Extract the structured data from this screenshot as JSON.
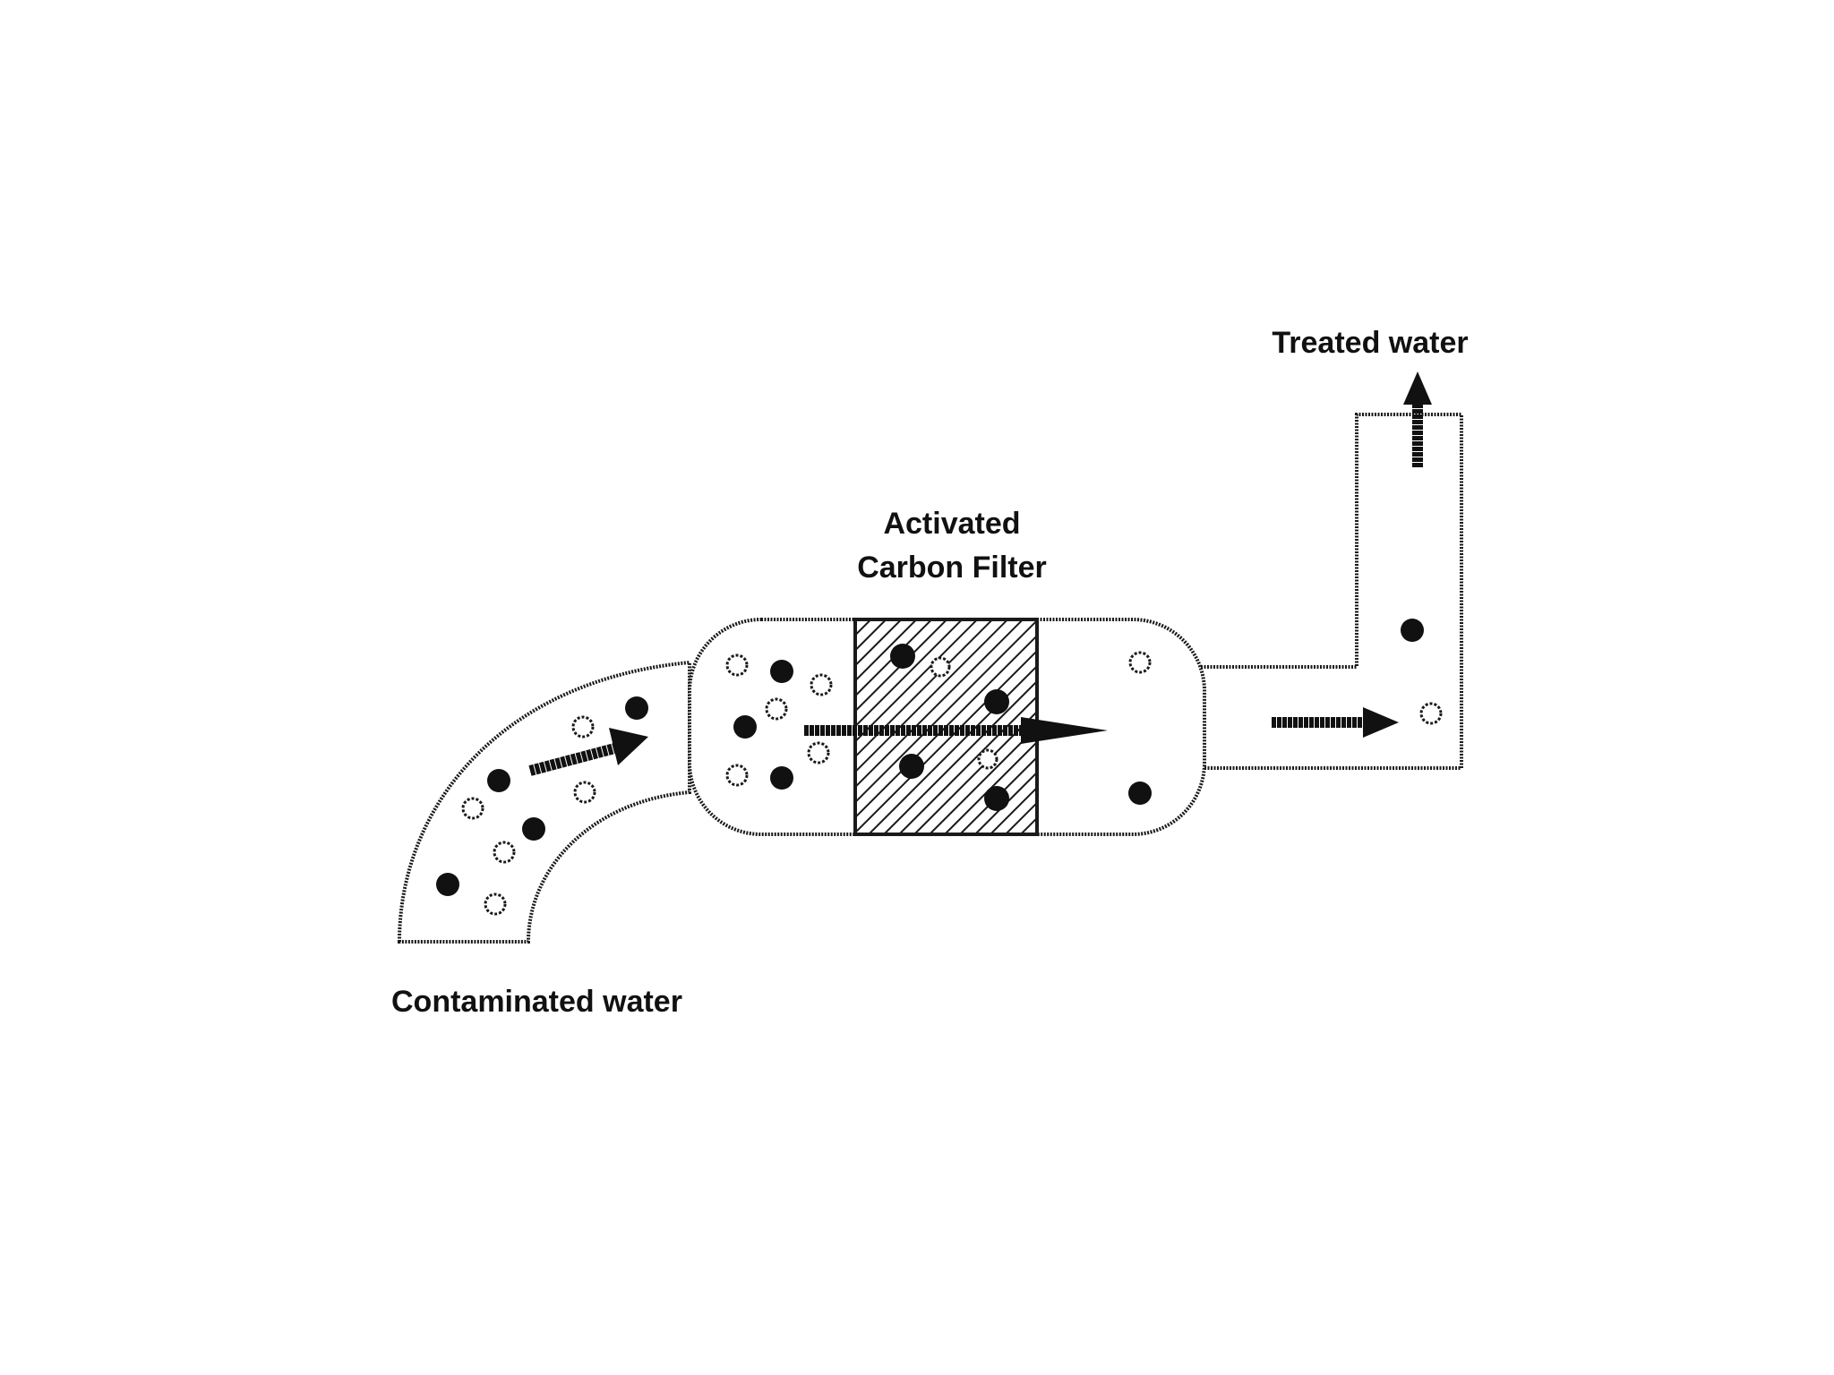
{
  "labels": {
    "treated": "Treated water",
    "filter_line1": "Activated",
    "filter_line2": "Carbon Filter",
    "contaminated": "Contaminated water"
  },
  "colors": {
    "ink": "#111111",
    "background": "#ffffff"
  },
  "legend_note": "",
  "particles": {
    "filled_icon": "contaminant-particle-icon",
    "hollow_icon": "clean-particle-icon"
  }
}
